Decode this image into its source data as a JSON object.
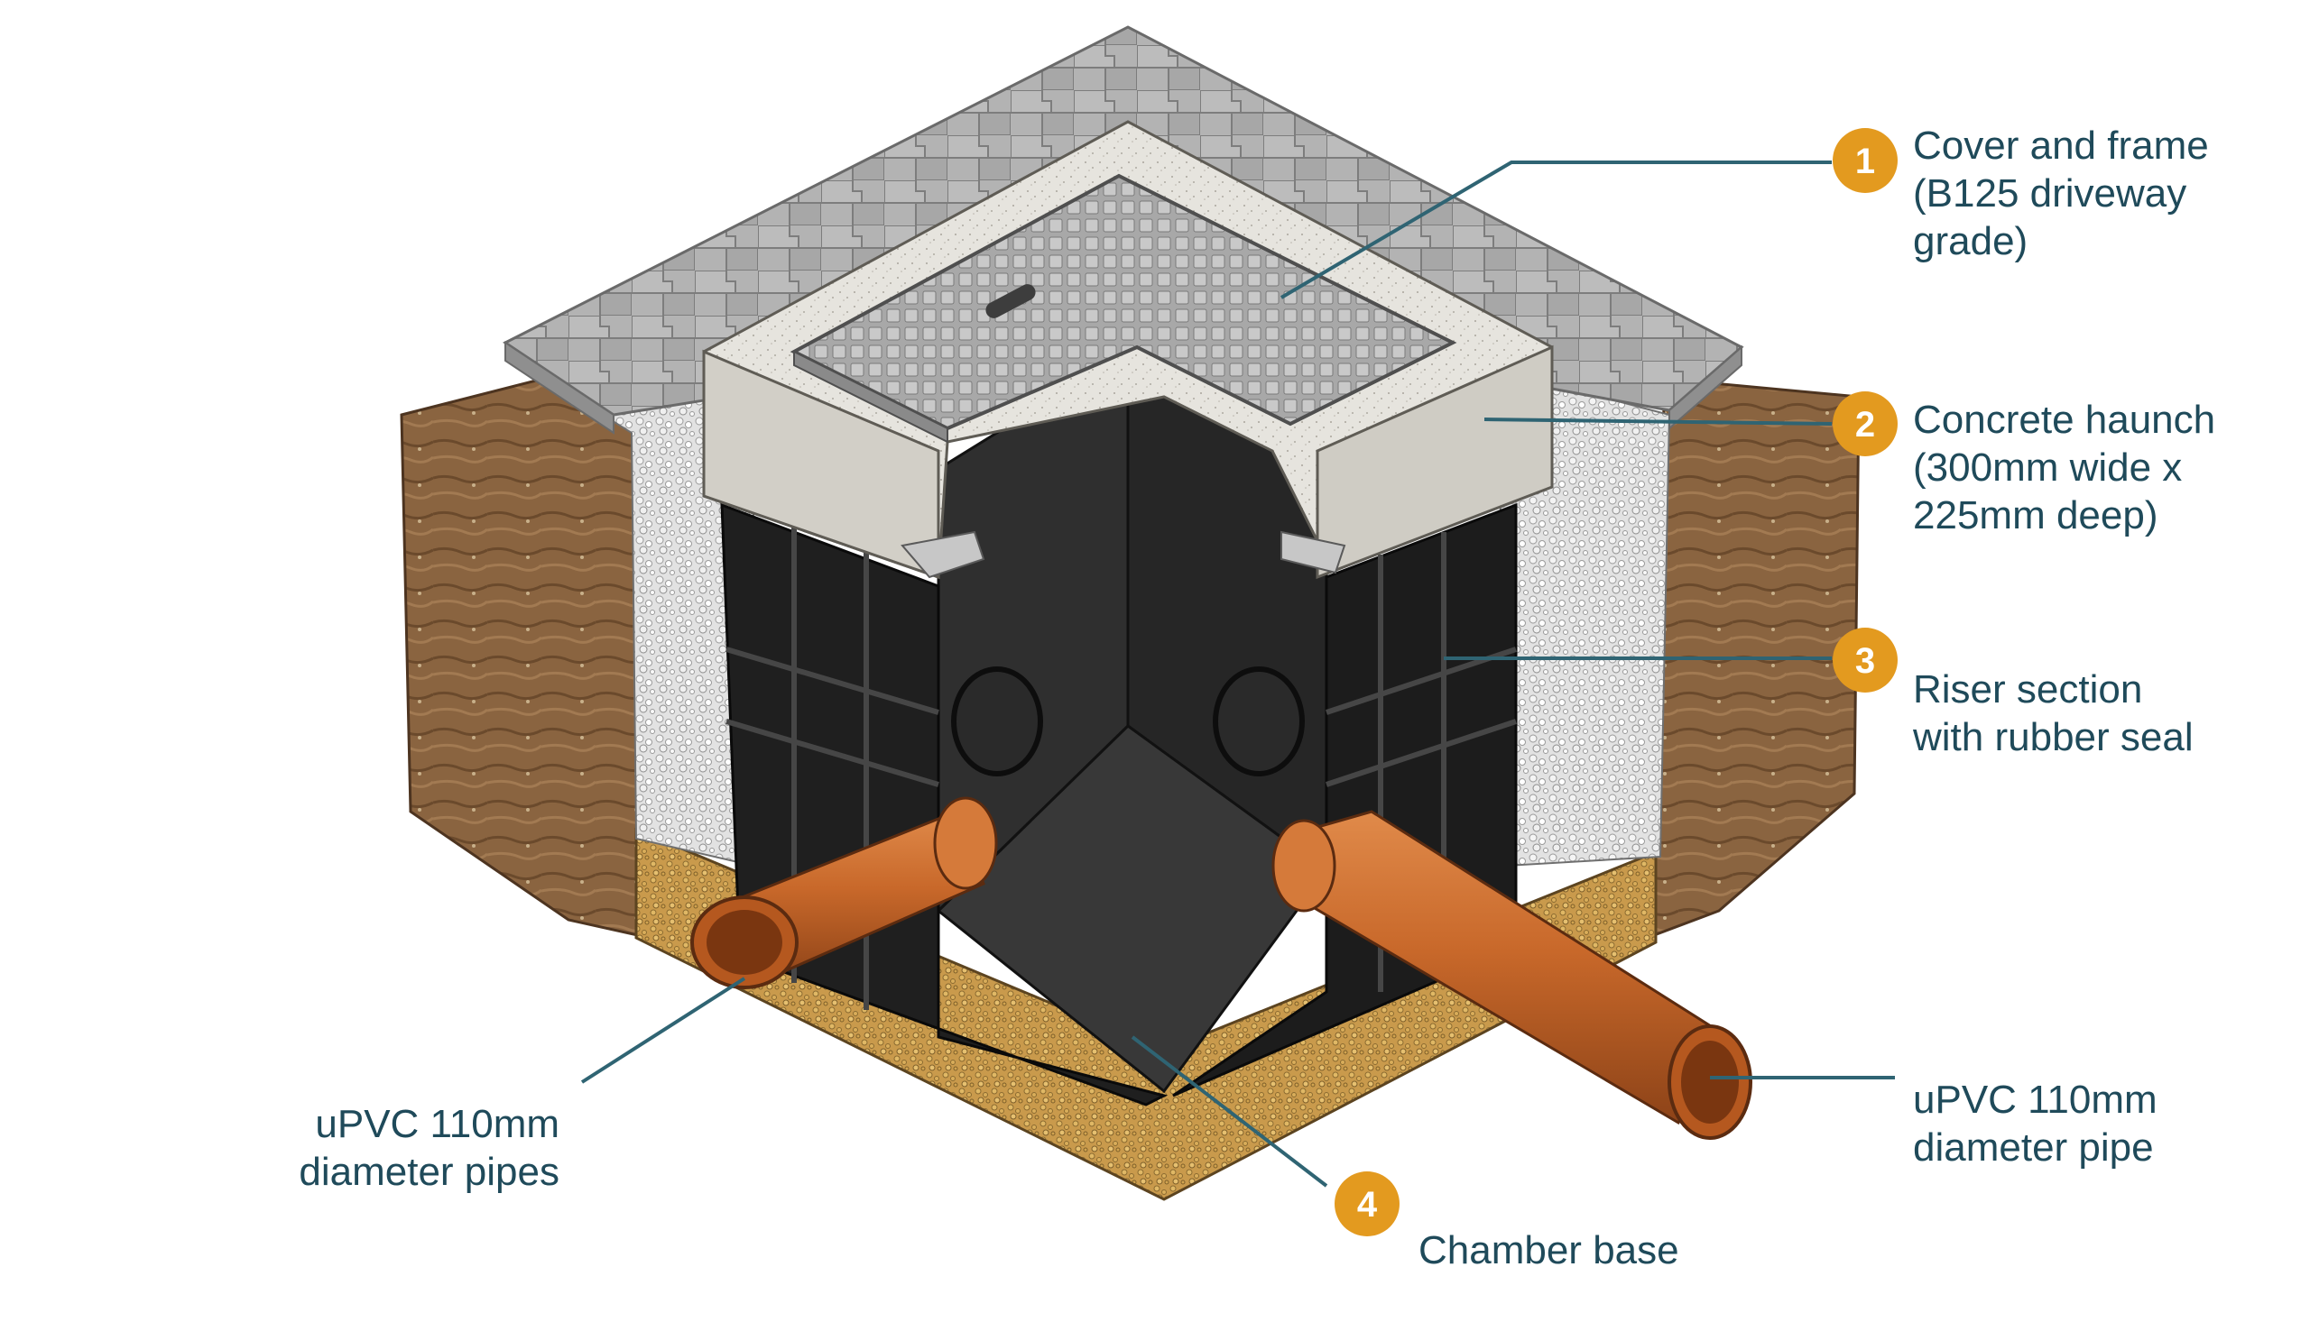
{
  "callouts": [
    {
      "number": "1",
      "lines": [
        "Cover and frame",
        "(B125 driveway",
        "grade)"
      ]
    },
    {
      "number": "2",
      "lines": [
        "Concrete haunch",
        "(300mm wide x",
        "225mm deep)"
      ]
    },
    {
      "number": "3",
      "lines": [
        "Riser section",
        "with rubber seal"
      ]
    },
    {
      "number": "4",
      "lines": [
        "Chamber base"
      ]
    }
  ],
  "pipe_labels": {
    "left": [
      "uPVC 110mm",
      "diameter pipes"
    ],
    "right": [
      "uPVC 110mm",
      "diameter pipe"
    ]
  },
  "colors": {
    "badge": "#e39a1f",
    "leader": "#2f6473",
    "text": "#1f4a5a",
    "pipe": "#c8682a",
    "chamber": "#2b2b2b",
    "soil": "#8a6440",
    "gravel": "#d8d8d8",
    "bedding": "#c99a4c",
    "paving": "#a9a9a9",
    "haunch": "#e4e2dc",
    "cover": "#b9b9b9"
  }
}
